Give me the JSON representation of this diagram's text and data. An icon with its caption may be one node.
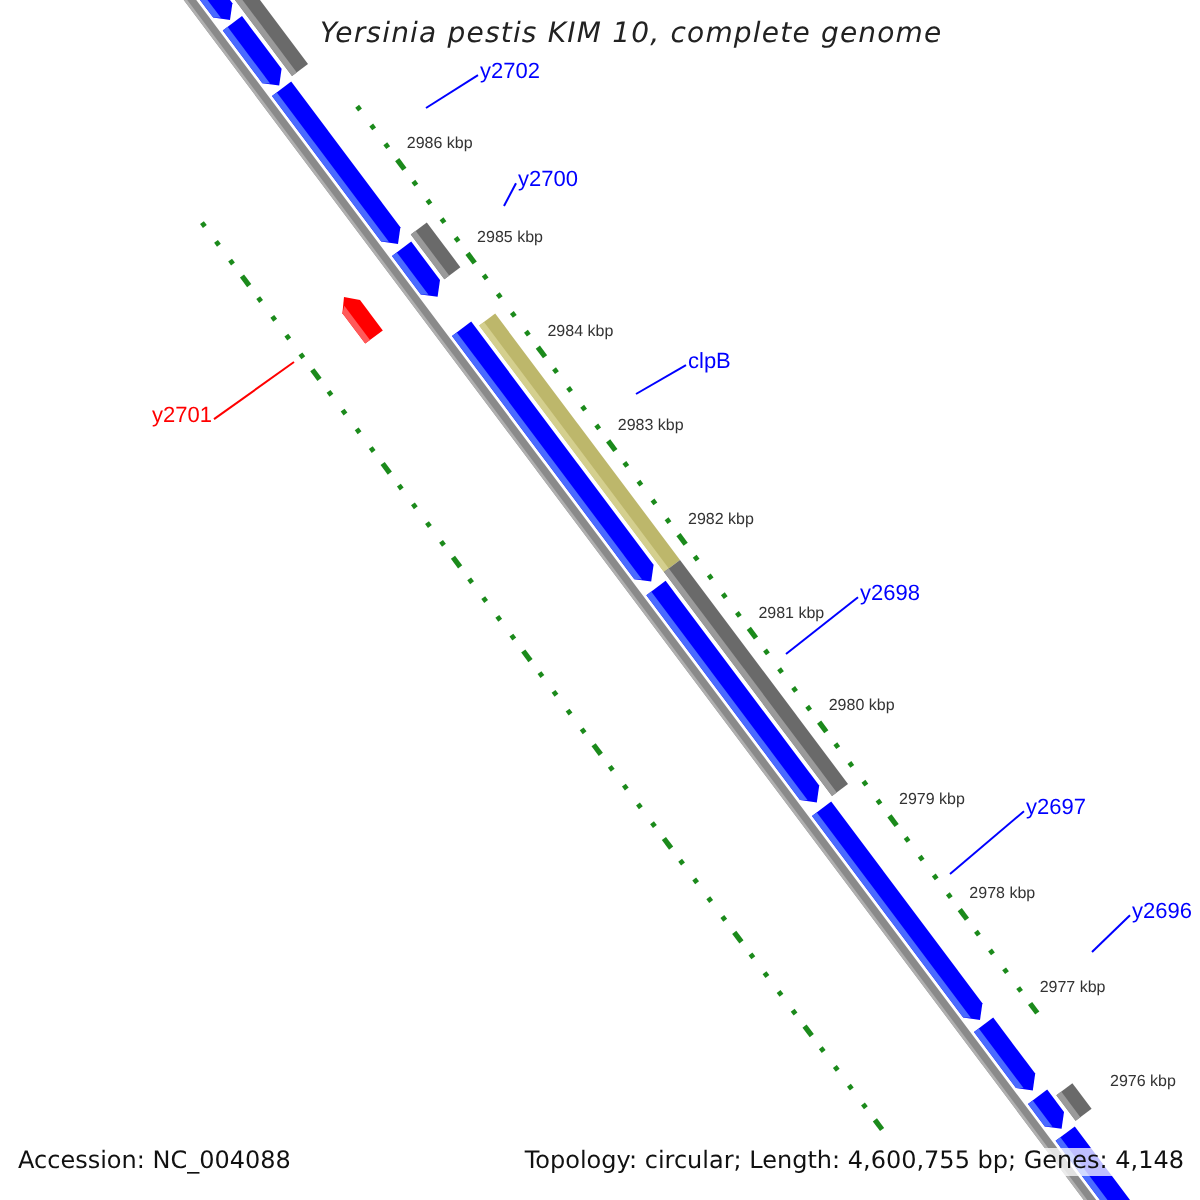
{
  "diagram": {
    "title": "Yersinia pestis KIM 10, complete genome",
    "nodes": [
      {
        "text": [
          "y2702"
        ]
      },
      {
        "text": [
          "y2700"
        ]
      },
      {
        "text": [
          "y2701"
        ]
      },
      {
        "text": [
          "clpB"
        ]
      },
      {
        "text": [
          "y2698"
        ]
      },
      {
        "text": [
          "y2697"
        ]
      },
      {
        "text": [
          "y2696"
        ]
      }
    ],
    "edges": [
      {
        "from": 0,
        "to": null,
        "arrow": "none"
      },
      {
        "from": 1,
        "to": null,
        "arrow": "none"
      },
      {
        "from": 2,
        "to": null,
        "arrow": "none",
        "color": "#ff0000"
      },
      {
        "from": 3,
        "to": null,
        "arrow": "none"
      },
      {
        "from": 4,
        "to": null,
        "arrow": "none"
      },
      {
        "from": 5,
        "to": null,
        "arrow": "none"
      },
      {
        "from": 6,
        "to": null,
        "arrow": "none"
      }
    ],
    "labels": [
      "2986 kbp",
      "2985 kbp",
      "2984 kbp",
      "2983 kbp",
      "2982 kbp",
      "2981 kbp",
      "2980 kbp",
      "2979 kbp",
      "2978 kbp",
      "2977 kbp",
      "2976 kbp",
      "Accession: NC_004088",
      "Topology: circular; Length: 4,600,755 bp; Genes: 4,148"
    ]
  }
}
